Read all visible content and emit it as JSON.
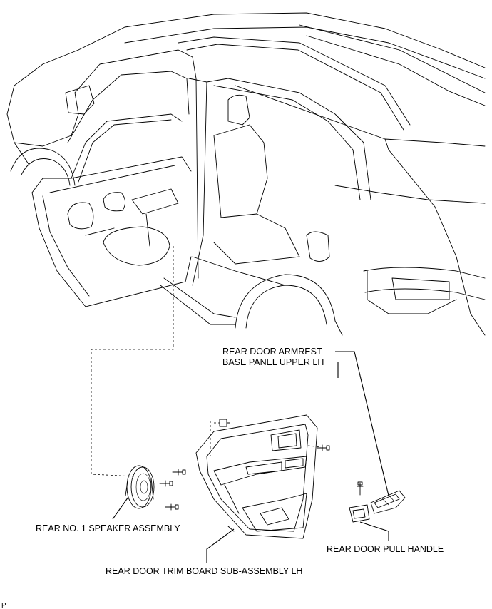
{
  "labels": {
    "armrest_line1": "REAR DOOR ARMREST",
    "armrest_line2": "BASE PANEL UPPER LH",
    "speaker": "REAR NO. 1 SPEAKER ASSEMBLY",
    "pull_handle": "REAR DOOR PULL HANDLE",
    "trim_board": "REAR DOOR TRIM BOARD SUB-ASSEMBLY LH",
    "corner_code": "P"
  }
}
